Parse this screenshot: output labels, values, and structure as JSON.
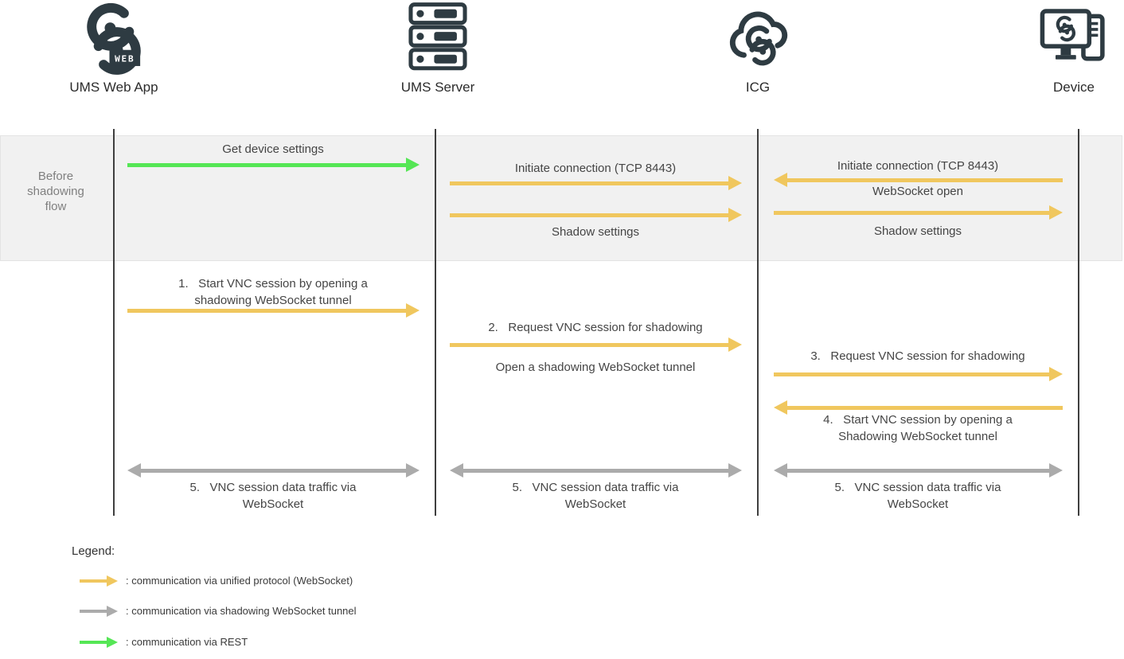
{
  "colors": {
    "yellow": "#F0C75E",
    "gray": "#ABABAB",
    "green": "#55E655",
    "band_bg": "#F1F1F1",
    "lifeline": "#3F3F3F",
    "icon": "#2E3B42",
    "text": "#454545",
    "muted_text": "#7F7F7F"
  },
  "actors": [
    {
      "label": "UMS Web App",
      "badge": "WEB"
    },
    {
      "label": "UMS Server"
    },
    {
      "label": "ICG"
    },
    {
      "label": "Device"
    }
  ],
  "band": {
    "label": "Before shadowing flow"
  },
  "messages": {
    "get_device_settings": "Get device settings",
    "initiate_connection_ums_icg": "Initiate connection (TCP 8443)",
    "shadow_settings_ums_icg": "Shadow settings",
    "initiate_connection_device_icg": "Initiate connection (TCP 8443)",
    "websocket_open": "WebSocket open",
    "shadow_settings_icg_device": "Shadow settings",
    "step1_l1": "1.   Start VNC session by opening a",
    "step1_l2": "shadowing WebSocket tunnel",
    "step2": "2.   Request VNC session for shadowing",
    "step2_sub": "Open a shadowing WebSocket tunnel",
    "step3": "3.   Request VNC session for shadowing",
    "step4_l1": "4.   Start VNC session by opening a",
    "step4_l2": "Shadowing WebSocket tunnel",
    "step5_l1": "5.   VNC session data traffic via",
    "step5_l2": "WebSocket"
  },
  "legend": {
    "title": "Legend:",
    "items": [
      {
        "label": ": communication via unified protocol (WebSocket)"
      },
      {
        "label": ": communication via shadowing WebSocket tunnel"
      },
      {
        "label": ": communication via REST"
      }
    ]
  }
}
